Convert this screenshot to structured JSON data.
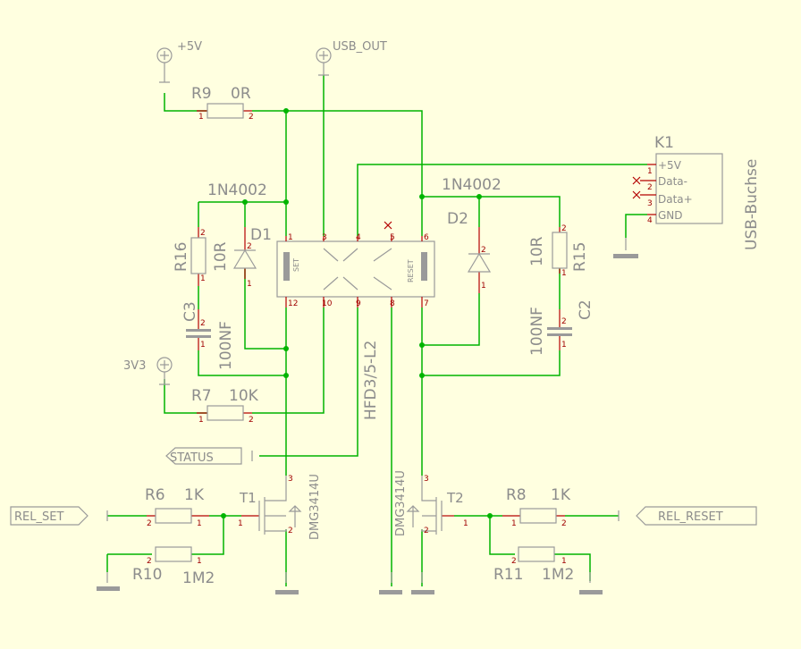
{
  "supplies": {
    "p5v": "+5V",
    "usb_out": "USB_OUT",
    "v3v3": "3V3"
  },
  "signals": {
    "status": "STATUS",
    "rel_set": "REL_SET",
    "rel_reset": "REL_RESET"
  },
  "relay": {
    "name": "HFD3/5-L2",
    "set": "SET",
    "reset": "RESET",
    "pins": [
      "1",
      "3",
      "4",
      "5",
      "6",
      "12",
      "10",
      "9",
      "8",
      "7"
    ]
  },
  "resistors": {
    "r9": {
      "name": "R9",
      "value": "0R"
    },
    "r16": {
      "name": "R16",
      "value": "10R"
    },
    "r15": {
      "name": "R15",
      "value": "10R"
    },
    "r7": {
      "name": "R7",
      "value": "10K"
    },
    "r6": {
      "name": "R6",
      "value": "1K"
    },
    "r10": {
      "name": "R10",
      "value": "1M2"
    },
    "r8": {
      "name": "R8",
      "value": "1K"
    },
    "r11": {
      "name": "R11",
      "value": "1M2"
    }
  },
  "capacitors": {
    "c3": {
      "name": "C3",
      "value": "100NF"
    },
    "c2": {
      "name": "C2",
      "value": "100NF"
    }
  },
  "diodes": {
    "d1": {
      "name": "D1",
      "value": "1N4002"
    },
    "d2": {
      "name": "D2",
      "value": "1N4002"
    }
  },
  "transistors": {
    "t1": {
      "name": "T1",
      "value": "DMG3414U"
    },
    "t2": {
      "name": "T2",
      "value": "DMG3414U"
    }
  },
  "connector": {
    "name": "K1",
    "value": "USB-Buchse",
    "pins": [
      {
        "num": "1",
        "label": "+5V"
      },
      {
        "num": "2",
        "label": "Data-"
      },
      {
        "num": "3",
        "label": "Data+"
      },
      {
        "num": "4",
        "label": "GND"
      }
    ]
  },
  "pin_numbers": {
    "one": "1",
    "two": "2",
    "three": "3"
  }
}
